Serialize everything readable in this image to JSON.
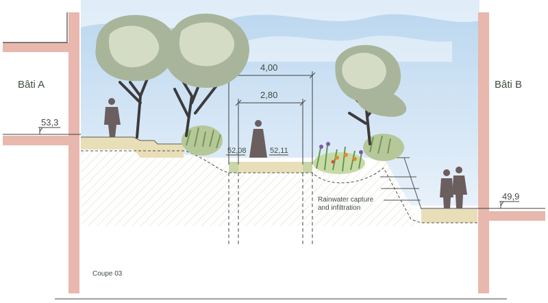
{
  "buildings": {
    "left": "Bâti A",
    "right": "Bâti B"
  },
  "levels": {
    "left": "53,3",
    "right": "49,9",
    "path_left": "52,08",
    "path_right": "52,11"
  },
  "dimensions": {
    "outer_width": "4,00",
    "inner_width": "2,80"
  },
  "annotation": {
    "line1": "Rainwater capture",
    "line2": "and infiltration"
  },
  "section_label": "Coupe 03",
  "colors": {
    "wall": "#e8b7ad",
    "sky": "#cfe3f4",
    "path": "#e8dfb8",
    "foliage": "#a9b59a",
    "trunk": "#3d3a3d",
    "ink": "#3f4a3f"
  }
}
